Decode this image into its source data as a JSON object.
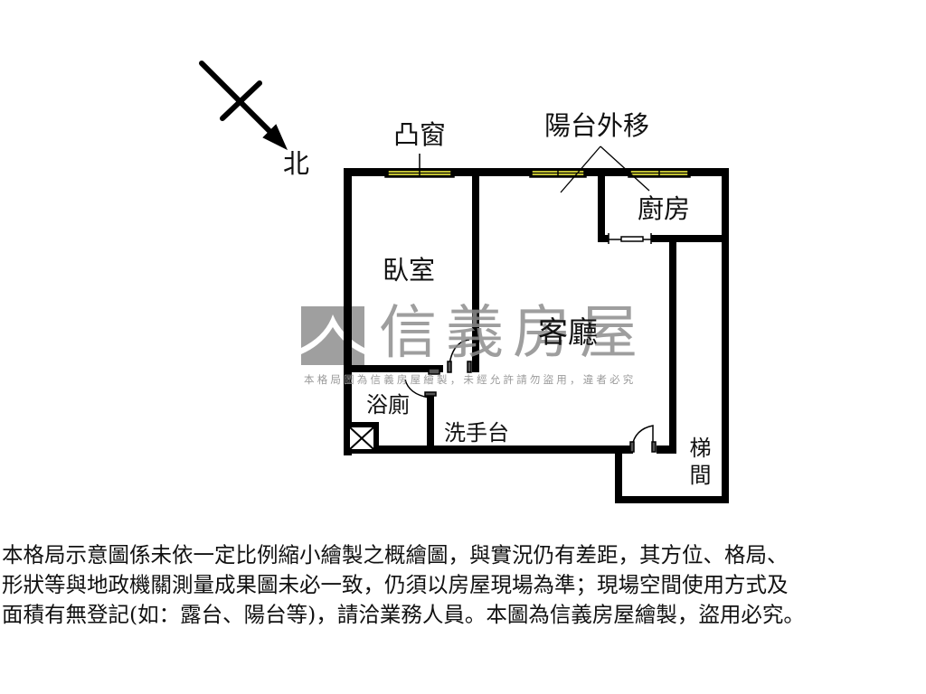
{
  "compass": {
    "north_label": "北",
    "arrow_direction": "southeast"
  },
  "rooms": {
    "bay_window": "凸窗",
    "balcony_note": "陽台外移",
    "kitchen": "廚房",
    "bedroom": "臥室",
    "living_room": "客廳",
    "bathroom": "浴廁",
    "wash_basin": "洗手台",
    "stairwell": "梯間"
  },
  "watermark": {
    "brand": "信義房屋",
    "notice": "本格局圖為信義房屋繪製，未經允許請勿盜用，違者必究"
  },
  "disclaimer": {
    "lines": [
      "本格局示意圖係未依一定比例縮小繪製之概繪圖，與實況仍有差距，其方位、格局、",
      "形狀等與地政機關測量成果圖未必一致，仍須以房屋現場為準；現場空間使用方式及",
      "面積有無登記(如：露台、陽台等)，請洽業務人員。本圖為信義房屋繪製，盜用必究。"
    ]
  },
  "colors": {
    "wall": "#000000",
    "window_fill": "#ffff44",
    "watermark_gray": "#8e8e8e",
    "background": "#ffffff"
  }
}
